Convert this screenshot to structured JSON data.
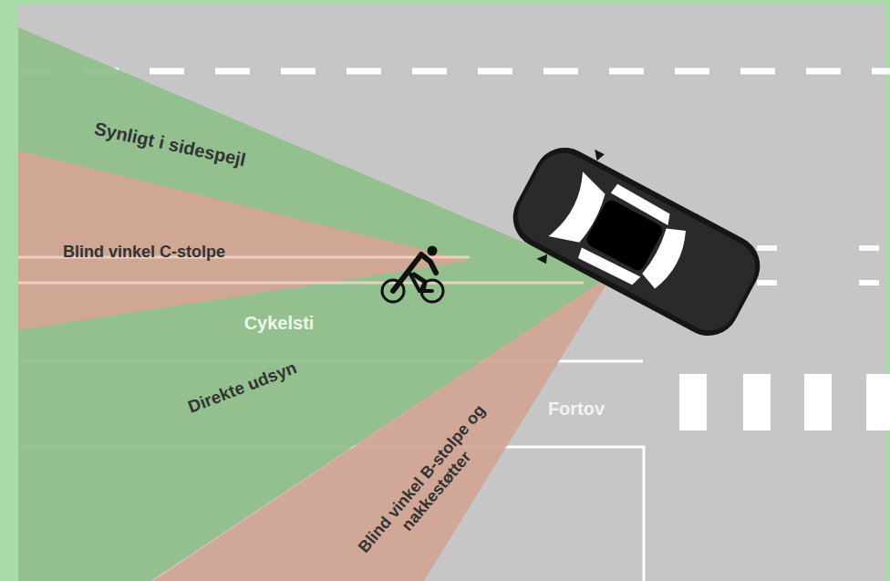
{
  "diagram": {
    "labels": [
      "Synligt i sidespejl",
      "Blind vinkel C-stolpe",
      "Cykelsti",
      "Direkte udsyn",
      "Blind vinkel B-stolpe og nakkestøtter",
      "Fortov"
    ]
  }
}
